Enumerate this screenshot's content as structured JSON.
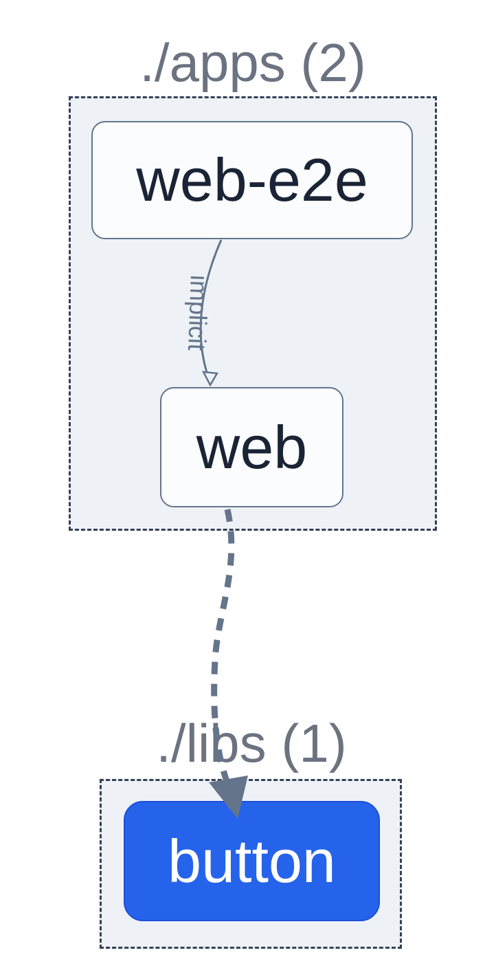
{
  "clusters": [
    {
      "id": "apps",
      "label": "./apps (2)",
      "project_count": 2
    },
    {
      "id": "libs",
      "label": "./libs (1)",
      "project_count": 1
    }
  ],
  "nodes": [
    {
      "id": "web-e2e",
      "label": "web-e2e",
      "cluster": "apps",
      "highlighted": false
    },
    {
      "id": "web",
      "label": "web",
      "cluster": "apps",
      "highlighted": false
    },
    {
      "id": "button",
      "label": "button",
      "cluster": "libs",
      "highlighted": true
    }
  ],
  "edges": [
    {
      "source": "web-e2e",
      "target": "web",
      "label": "implicit",
      "style": "solid"
    },
    {
      "source": "web",
      "target": "button",
      "label": "",
      "style": "dashed"
    }
  ],
  "colors": {
    "accent": "#2563eb",
    "accent_border": "#1d4ed8",
    "edge": "#64748b",
    "muted": "#6b7280",
    "cluster_fill": "#eef2f7",
    "cluster_border": "#334155",
    "node_fill": "#fbfcfd",
    "node_border": "#64748b",
    "node_text": "#1b2435"
  }
}
